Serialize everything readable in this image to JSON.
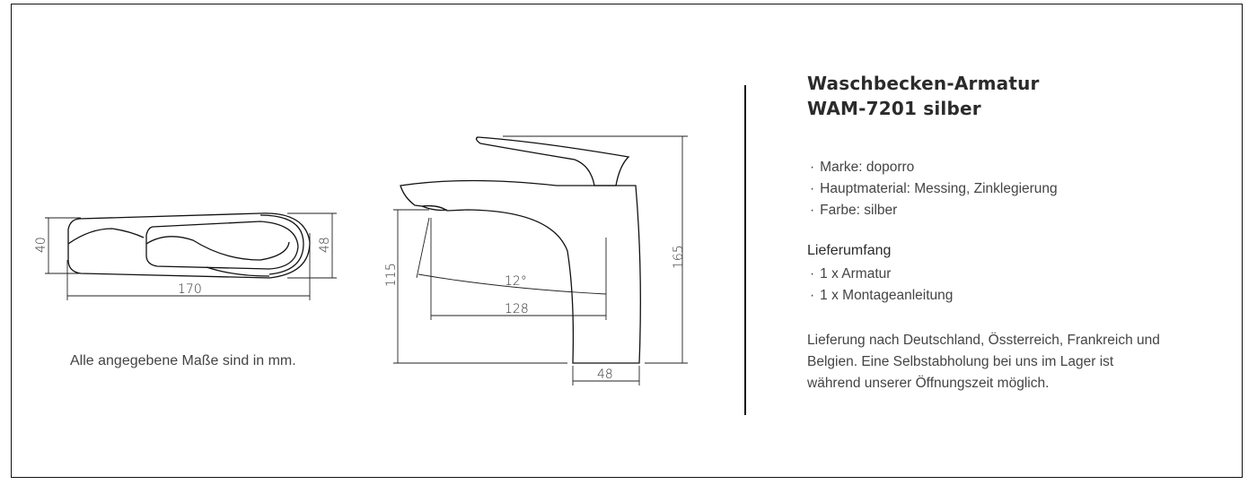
{
  "product": {
    "title_line1": "Waschbecken-Armatur",
    "title_line2": "WAM-7201 silber",
    "specs": [
      "Marke: doporro",
      "Hauptmaterial: Messing, Zinklegierung",
      "Farbe: silber"
    ],
    "scope_title": "Lieferumfang",
    "scope_items": [
      "1 x Armatur",
      "1 x Montageanleitung"
    ],
    "delivery_text": "Lieferung nach Deutschland, Össterreich, Frankreich und Belgien. Eine Selbstabholung bei uns im Lager ist während unserer Öffnungszeit möglich."
  },
  "drawing": {
    "note": "Alle angegebene Maße sind in mm.",
    "top_view": {
      "width_label": "170",
      "left_height_label": "40",
      "right_height_label": "48"
    },
    "side_view": {
      "spout_height_label": "115",
      "total_height_label": "165",
      "reach_label": "128",
      "angle_label": "12°",
      "base_width_label": "48"
    }
  }
}
